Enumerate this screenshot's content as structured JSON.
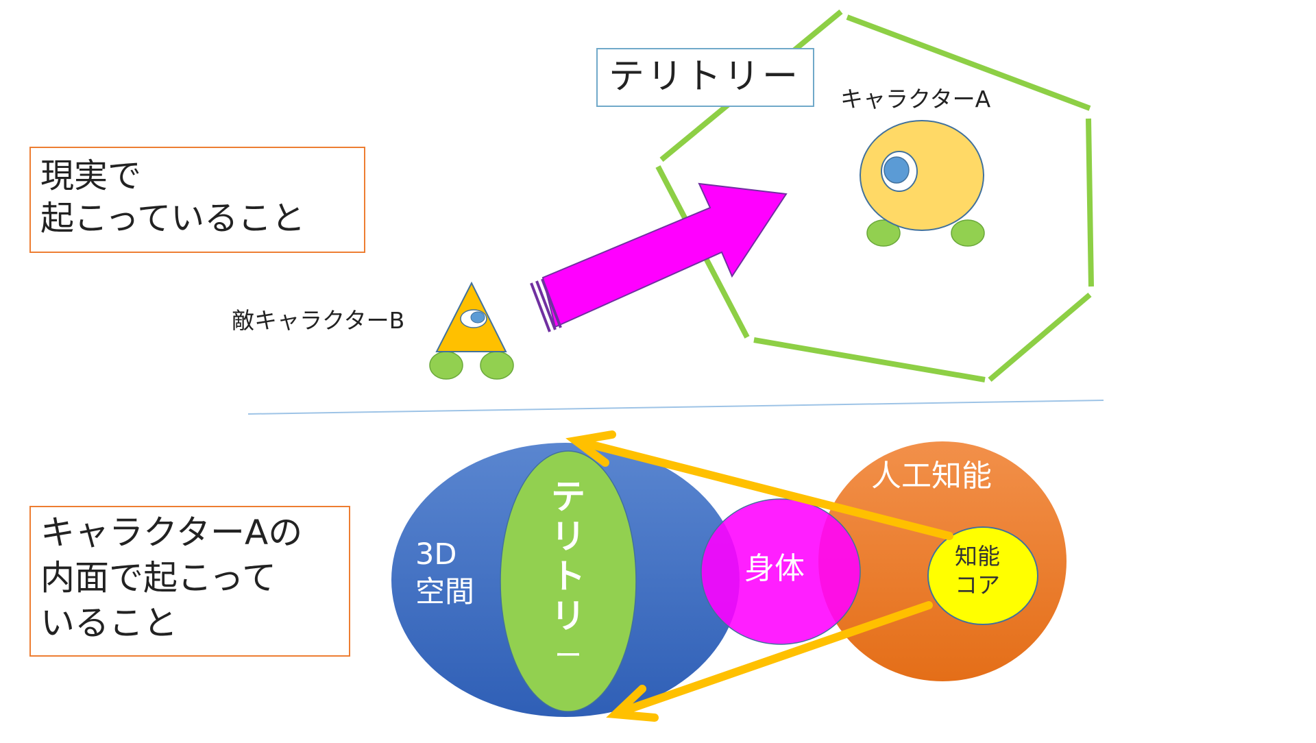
{
  "labels": {
    "reality": [
      "現実で",
      "起こっていること"
    ],
    "inner": [
      "キャラクターAの",
      "内面で起こって",
      "いること"
    ],
    "territory_title": "テリトリー",
    "character_a": "キャラクターA",
    "enemy_b": "敵キャラクターB",
    "space_3d": [
      "3D",
      "空間"
    ],
    "territory_vertical": [
      "テ",
      "リ",
      "ト",
      "リ",
      "ー"
    ],
    "body": "身体",
    "ai": "人工知能",
    "core": [
      "知能",
      "コア"
    ]
  },
  "colors": {
    "text_box_border_orange": "#ed7d31",
    "text_box_border_blue": "#6fa8c9",
    "territory_outline": "#8dcf45",
    "arrow_magenta": "#ff00ff",
    "arrow_stripe": "#7030a0",
    "character_a_body": "#ffd966",
    "character_b_body": "#ffc000",
    "feet": "#92d050",
    "eye_blue": "#5b9bd5",
    "space_3d": "#4472c4",
    "territory_ellipse": "#92d050",
    "body_circle": "#ff00ff",
    "ai_circle": "#ed7d31",
    "core_circle": "#ffff00",
    "flow_arrow": "#ffc000",
    "divider": "#9dc3e6"
  }
}
